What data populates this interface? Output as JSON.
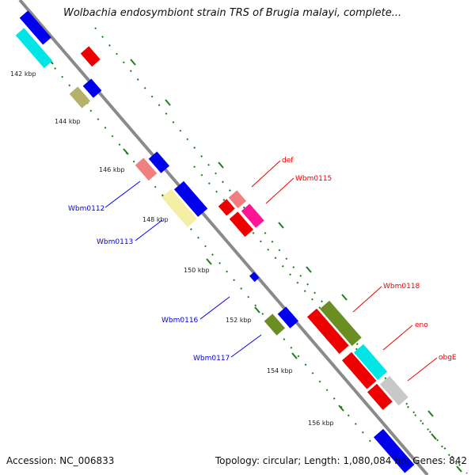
{
  "title": "Wolbachia endosymbiont strain TRS of Brugia malayi, complete...",
  "footer": {
    "accession": "Accession: NC_006833",
    "summary": "Topology: circular; Length: 1,080,084 bp; Genes: 842"
  },
  "ticks": [
    "142 kbp",
    "144 kbp",
    "146 kbp",
    "148 kbp",
    "150 kbp",
    "152 kbp",
    "154 kbp",
    "156 kbp"
  ],
  "gene_labels": {
    "wbm0112": "Wbm0112",
    "wbm0113": "Wbm0113",
    "wbm0116": "Wbm0116",
    "wbm0117": "Wbm0117",
    "def": "def",
    "wbm0115": "Wbm0115",
    "wbm0118": "Wbm0118",
    "eno": "eno",
    "obgE": "obgE"
  },
  "colors": {
    "backbone": "#8a8a8a",
    "blue": "#0000ee",
    "red": "#ee0000",
    "cyan": "#00e6e6",
    "olive": "#6b8e23",
    "khaki": "#b5b06a",
    "pink": "#f08080",
    "magenta": "#ff1493",
    "pale_yellow": "#f5efa5",
    "grey": "#c8c8c8",
    "tick_green": "#1a7f1a"
  }
}
